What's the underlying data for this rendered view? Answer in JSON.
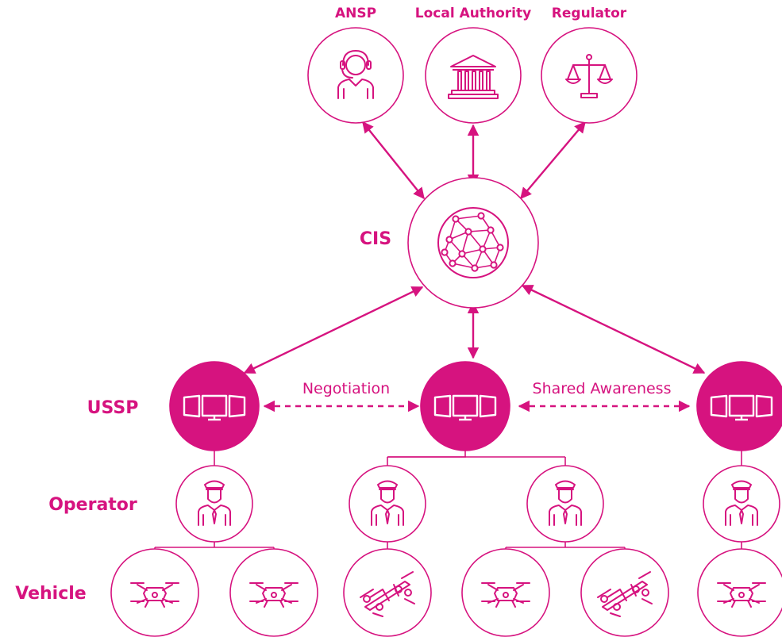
{
  "colors": {
    "accent": "#d6137f",
    "background": "#ffffff"
  },
  "top_nodes": [
    {
      "label": "ANSP",
      "icon": "headset-person-icon"
    },
    {
      "label": "Local Authority",
      "icon": "government-building-icon"
    },
    {
      "label": "Regulator",
      "icon": "scales-icon"
    }
  ],
  "cis": {
    "label": "CIS",
    "icon": "network-globe-icon"
  },
  "row_labels": {
    "ussp": "USSP",
    "operator": "Operator",
    "vehicle": "Vehicle"
  },
  "connections": {
    "negotiation": "Negotiation",
    "shared_awareness": "Shared Awareness"
  },
  "ussp_icon": "three-monitors-icon",
  "operator_icon": "pilot-icon",
  "vehicle_icons": [
    "quadcopter-drone-icon",
    "quadcopter-drone-icon",
    "tiltrotor-drone-icon",
    "quadcopter-drone-icon",
    "tiltrotor-drone-icon",
    "quadcopter-drone-icon"
  ]
}
